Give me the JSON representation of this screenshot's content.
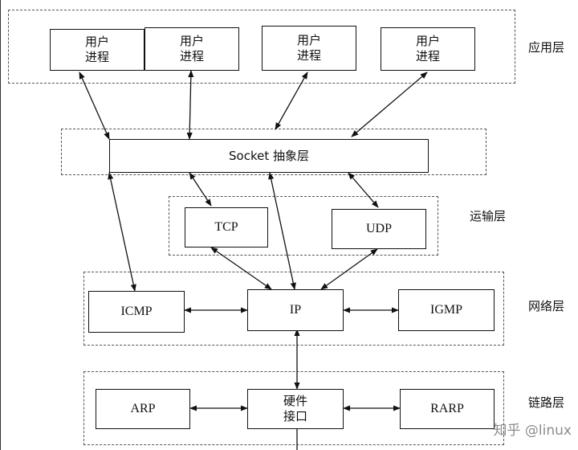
{
  "layers": {
    "application": "应用层",
    "transport": "运输层",
    "network": "网络层",
    "link": "链路层"
  },
  "nodes": {
    "user_process_1": "用户\n进程",
    "user_process_2": "用户\n进程",
    "user_process_3": "用户\n进程",
    "user_process_4": "用户\n进程",
    "socket": "Socket 抽象层",
    "tcp": "TCP",
    "udp": "UDP",
    "icmp": "ICMP",
    "ip": "IP",
    "igmp": "IGMP",
    "arp": "ARP",
    "hardware": "硬件\n接口",
    "rarp": "RARP"
  },
  "watermark": "知乎 @linux"
}
